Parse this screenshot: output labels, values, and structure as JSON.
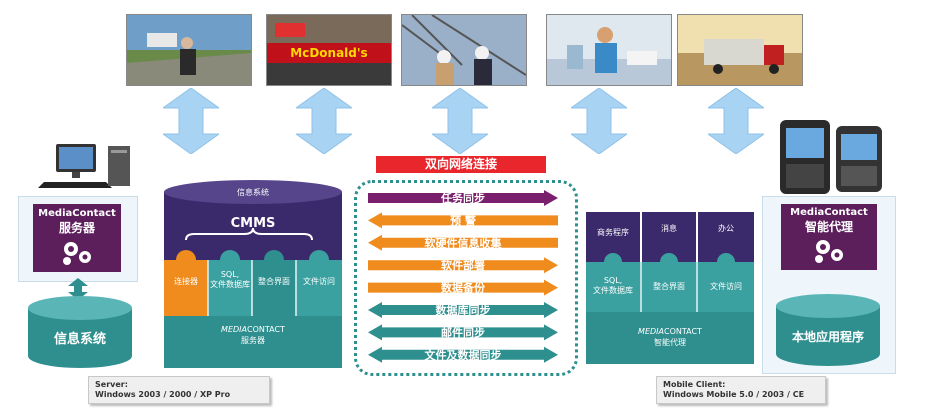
{
  "photos": [
    {
      "name": "businessman-photo"
    },
    {
      "name": "mcdonalds-photo",
      "sign_text": "McDonald's"
    },
    {
      "name": "engineers-photo"
    },
    {
      "name": "nurse-photo"
    },
    {
      "name": "truck-photo"
    }
  ],
  "center": {
    "title": "双向网络连接",
    "title_color": "#e8262b",
    "arrows": [
      {
        "label": "任务同步",
        "dir": "right",
        "color": "#7a1f6e"
      },
      {
        "label": "预  警",
        "dir": "left",
        "color": "#f08b1e"
      },
      {
        "label": "软硬件信息收集",
        "dir": "left",
        "color": "#f08b1e"
      },
      {
        "label": "软件部署",
        "dir": "right",
        "color": "#f08b1e"
      },
      {
        "label": "数据备份",
        "dir": "right",
        "color": "#f08b1e"
      },
      {
        "label": "数据库同步",
        "dir": "both",
        "color": "#2e8f8f"
      },
      {
        "label": "邮件同步",
        "dir": "both",
        "color": "#2e8f8f"
      },
      {
        "label": "文件及数据同步",
        "dir": "both",
        "color": "#2e8f8f"
      }
    ]
  },
  "server_left": {
    "box_title": "MediaContact",
    "box_subtitle": "服务器",
    "db_label": "信息系统"
  },
  "server_center": {
    "top_label": "信息系统",
    "cmms_label": "CMMS",
    "puzzle": [
      {
        "label": "连接器"
      },
      {
        "label": "SQL,\n文件数据库"
      },
      {
        "label": "整合界面"
      },
      {
        "label": "文件访问"
      }
    ],
    "brand_prefix": "MEDIA",
    "brand_suffix": "CONTACT",
    "brand_sub": "服务器"
  },
  "agent_center": {
    "top_tiles": [
      {
        "label": "商务程序"
      },
      {
        "label": "消息"
      },
      {
        "label": "办公"
      }
    ],
    "puzzle": [
      {
        "label": "SQL,\n文件数据库"
      },
      {
        "label": "整合界面"
      },
      {
        "label": "文件访问"
      }
    ],
    "brand_prefix": "MEDIA",
    "brand_suffix": "CONTACT",
    "brand_sub": "智能代理"
  },
  "agent_right": {
    "box_title": "MediaContact",
    "box_subtitle": "智能代理",
    "db_label": "本地应用程序"
  },
  "server_os": {
    "line1": "Server:",
    "line2": "Windows 2003 / 2000 / XP Pro"
  },
  "mobile_os": {
    "line1": "Mobile Client:",
    "line2": "Windows Mobile 5.0 / 2003 / CE"
  },
  "colors": {
    "purple": "#5c1f5c",
    "teal": "#2f8f8f",
    "orange": "#f08b1e",
    "arrow_blue": "#a9d3f2"
  }
}
